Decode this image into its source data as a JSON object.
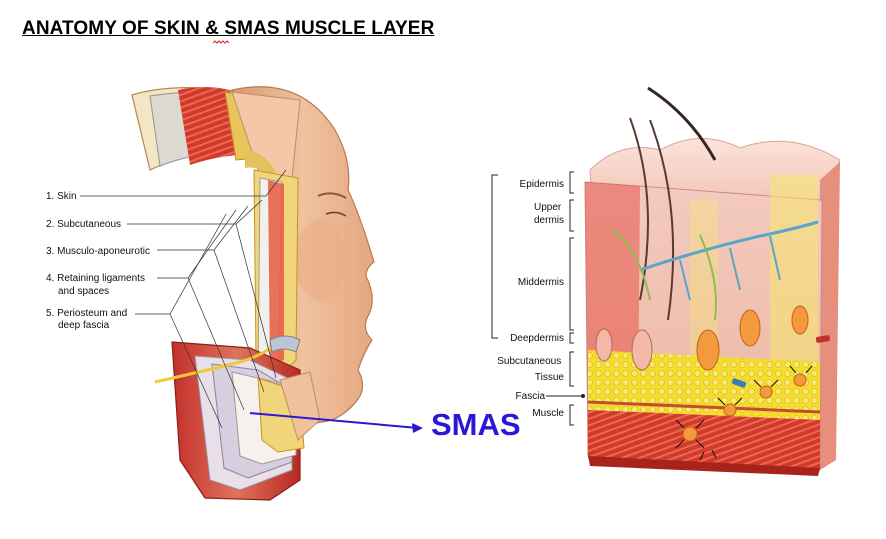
{
  "title": "ANATOMY OF SKIN & SMAS MUSCLE LAYER",
  "face_layers": [
    {
      "label_lines": [
        "1. Skin"
      ]
    },
    {
      "label_lines": [
        "2. Subcutaneous"
      ]
    },
    {
      "label_lines": [
        "3. Musculo-aponeurotic"
      ]
    },
    {
      "label_lines": [
        "4. Retaining ligaments",
        "and spaces"
      ]
    },
    {
      "label_lines": [
        "5. Periosteum and",
        "deep fascia"
      ]
    }
  ],
  "pointer_label": "SMAS",
  "skin_layers": [
    {
      "label_lines": [
        "Epidermis"
      ]
    },
    {
      "label_lines": [
        "Upper",
        "dermis"
      ]
    },
    {
      "label_lines": [
        "Middermis"
      ]
    },
    {
      "label_lines": [
        "Deepdermis"
      ]
    },
    {
      "label_lines": [
        "Subcutaneous",
        "Tissue"
      ]
    },
    {
      "label_lines": [
        "Fascia"
      ]
    },
    {
      "label_lines": [
        "Muscle"
      ]
    }
  ],
  "colors": {
    "smas_pointer": "#2a18d6",
    "skin_tone": "#e9b48d",
    "fat_yellow": "#f4dd2c",
    "muscle_red": "#cf3a2c",
    "dermis_pink": "#f3c1b3"
  }
}
